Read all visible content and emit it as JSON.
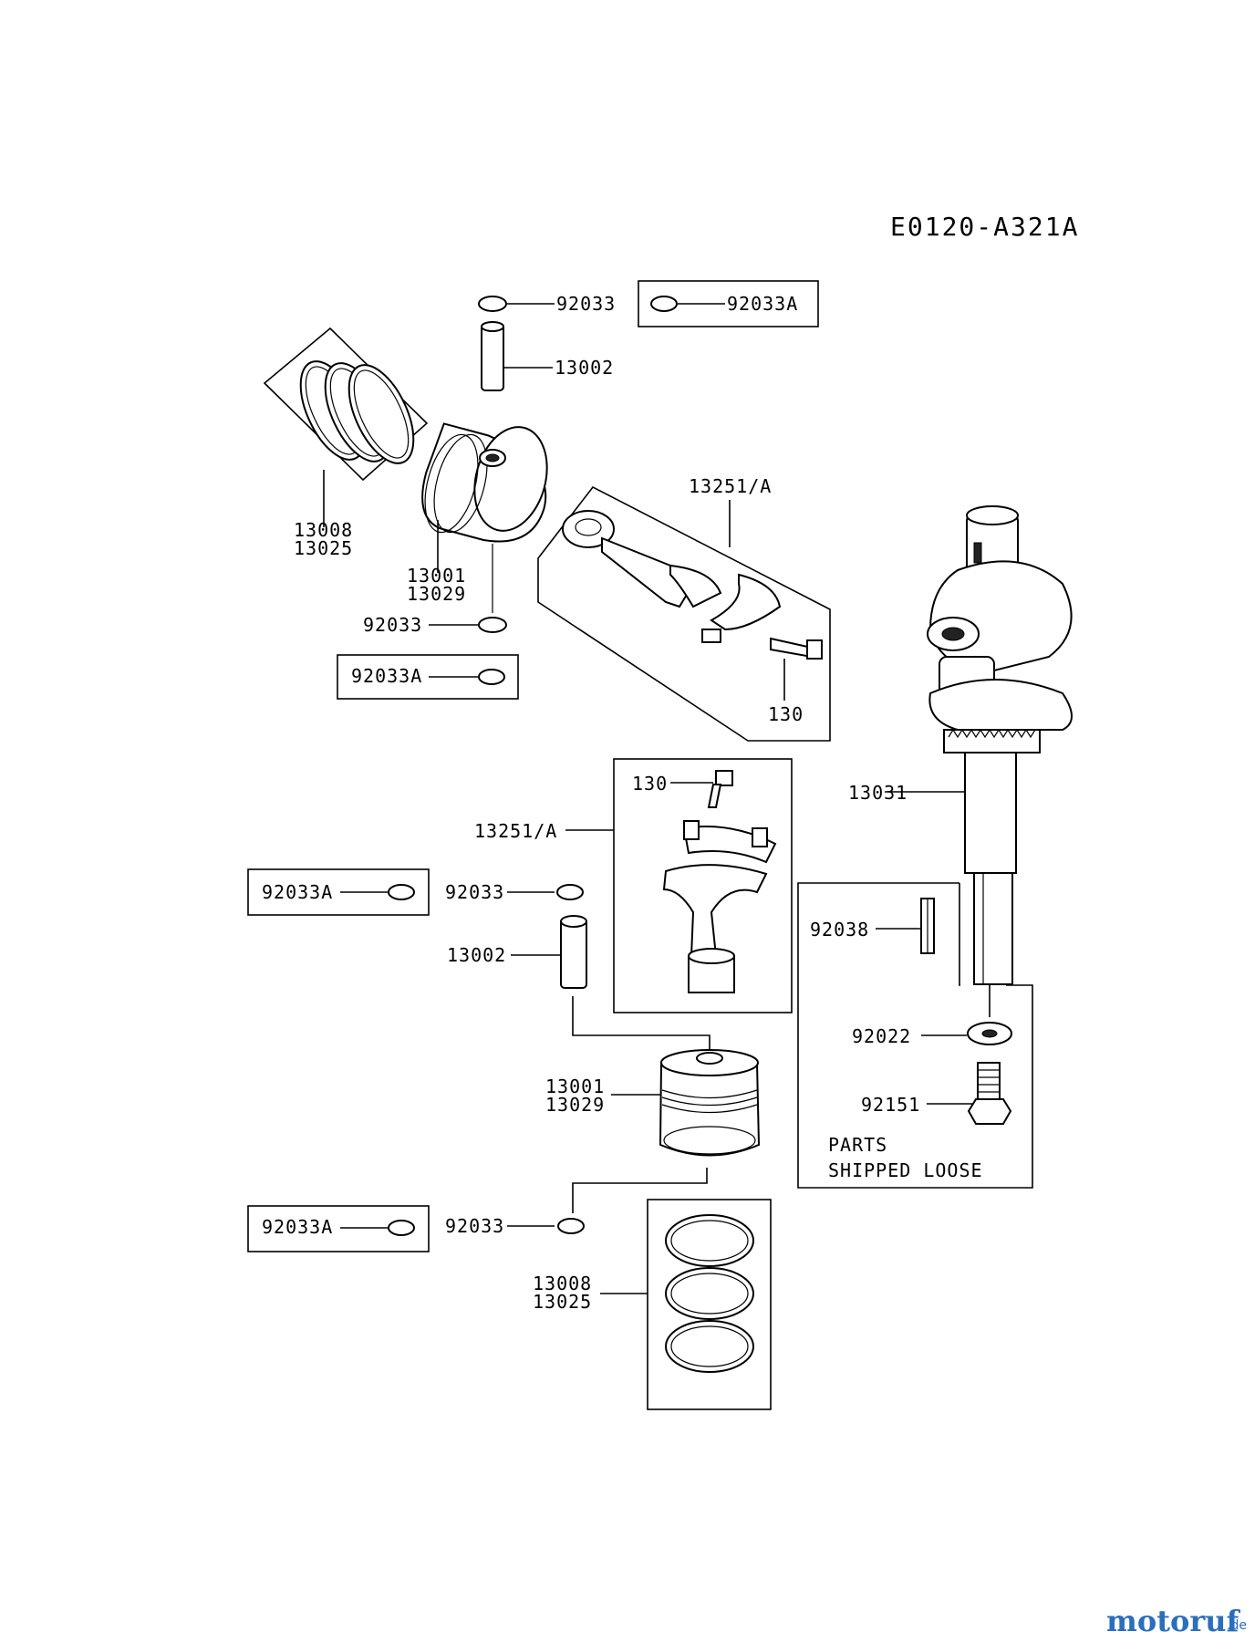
{
  "diagram_code": "E0120-A321A",
  "labels": {
    "pin_clip_top": "92033",
    "pin_clip_top_alt": "92033A",
    "piston_pin_top": "13002",
    "rings_top_a": "13008",
    "rings_top_b": "13025",
    "piston_top_a": "13001",
    "piston_top_b": "13029",
    "pin_clip_mid": "92033",
    "pin_clip_mid_alt": "92033A",
    "conrod_top": "13251/A",
    "bolt_top": "130",
    "bolt_lower": "130",
    "conrod_lower": "13251/A",
    "pin_clip_lower_alt": "92033A",
    "pin_clip_lower": "92033",
    "piston_pin_lower": "13002",
    "crankshaft": "13031",
    "key": "92038",
    "washer": "92022",
    "bolt_crank": "92151",
    "piston_lower_a": "13001",
    "piston_lower_b": "13029",
    "pin_clip_bottom_alt": "92033A",
    "pin_clip_bottom": "92033",
    "rings_lower_a": "13008",
    "rings_lower_b": "13025"
  },
  "note": {
    "line1": "PARTS",
    "line2": "SHIPPED LOOSE"
  },
  "watermark": {
    "brand": "motoruf",
    "suffix": ".de"
  }
}
